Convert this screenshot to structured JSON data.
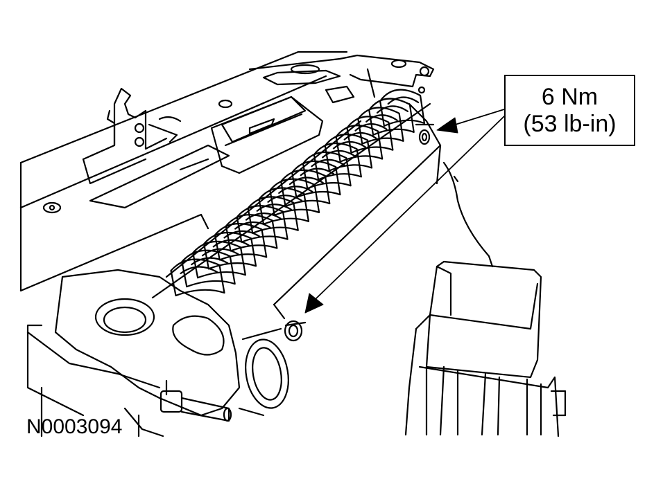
{
  "callout": {
    "torque_nm": "6 Nm",
    "torque_lbin": "(53 lb-in)"
  },
  "figure_id": "N0003094"
}
